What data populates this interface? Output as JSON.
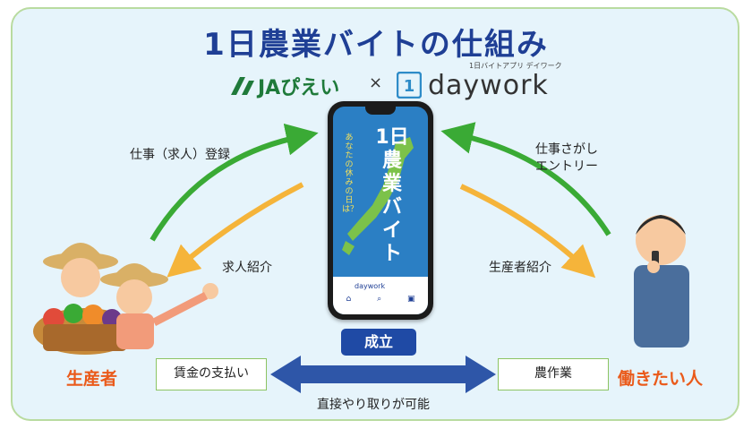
{
  "title": "1日農業バイトの仕組み",
  "logos": {
    "ja_name": "JAぴえい",
    "times": "×",
    "daywork_mark": "1",
    "daywork_name": "daywork",
    "daywork_sub": "1日バイトアプリ デイワーク"
  },
  "arrows": {
    "register": "仕事（求人）登録",
    "search_line1": "仕事さがし",
    "search_line2": "エントリー",
    "job_intro": "求人紹介",
    "producer_intro": "生産者紹介"
  },
  "phone": {
    "title": "1日農業バイト",
    "subtitle": "あなたの休みの日は？",
    "brand": "daywork",
    "tabs": [
      "⌂",
      "⌕",
      "▣"
    ]
  },
  "center": {
    "seiritsu": "成立",
    "wage_payment": "賃金の支払い",
    "farm_work": "農作業",
    "direct": "直接やり取りが可能"
  },
  "roles": {
    "producer": "生産者",
    "worker": "働きたい人"
  },
  "colors": {
    "title": "#1f3f95",
    "green_arrow": "#3aaa35",
    "yellow_arrow": "#f5b43a",
    "blue_arrow": "#2e56a8",
    "role": "#ea5a1a",
    "panel": "#e6f4fb"
  }
}
